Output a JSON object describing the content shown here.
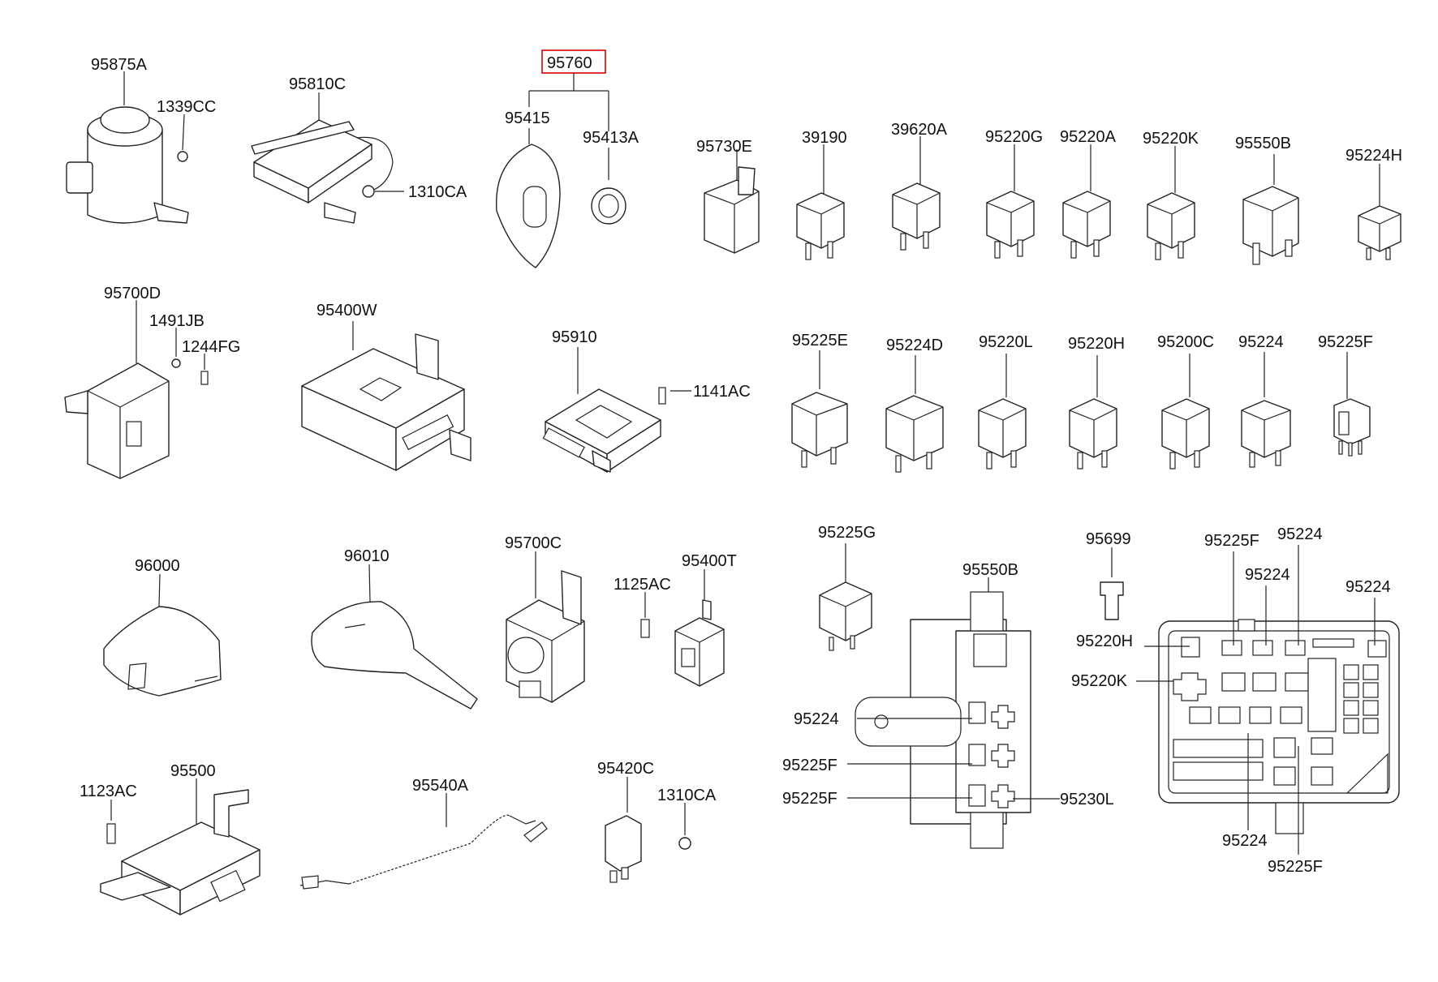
{
  "diagram": {
    "highlight_color": "#d40000",
    "labels": {
      "p95875A": "95875A",
      "p1339CC": "1339CC",
      "p95810C": "95810C",
      "p1310CA_a": "1310CA",
      "p95760": "95760",
      "p95415": "95415",
      "p95413A": "95413A",
      "p95730E": "95730E",
      "p39190": "39190",
      "p39620A": "39620A",
      "p95220G": "95220G",
      "p95220A": "95220A",
      "p95220K_a": "95220K",
      "p95550B_a": "95550B",
      "p95224H": "95224H",
      "p95700D": "95700D",
      "p1491JB": "1491JB",
      "p1244FG": "1244FG",
      "p95400W": "95400W",
      "p95910": "95910",
      "p1141AC": "1141AC",
      "p95225E": "95225E",
      "p95224D": "95224D",
      "p95220L": "95220L",
      "p95220H_a": "95220H",
      "p95200C": "95200C",
      "p95224_a": "95224",
      "p95225F_a": "95225F",
      "p96000": "96000",
      "p96010": "96010",
      "p95700C": "95700C",
      "p1125AC": "1125AC",
      "p95400T": "95400T",
      "p95225G": "95225G",
      "p95550B_b": "95550B",
      "p95224_b": "95224",
      "p95225F_b": "95225F",
      "p95225F_c": "95225F",
      "p95230L": "95230L",
      "p95699": "95699",
      "p95225F_d": "95225F",
      "p95224_c": "95224",
      "p95224_d": "95224",
      "p95224_e": "95224",
      "p95220H_b": "95220H",
      "p95220K_b": "95220K",
      "p95224_f": "95224",
      "p95225F_e": "95225F",
      "p1123AC": "1123AC",
      "p95500": "95500",
      "p95540A": "95540A",
      "p95420C": "95420C",
      "p1310CA_b": "1310CA"
    }
  }
}
